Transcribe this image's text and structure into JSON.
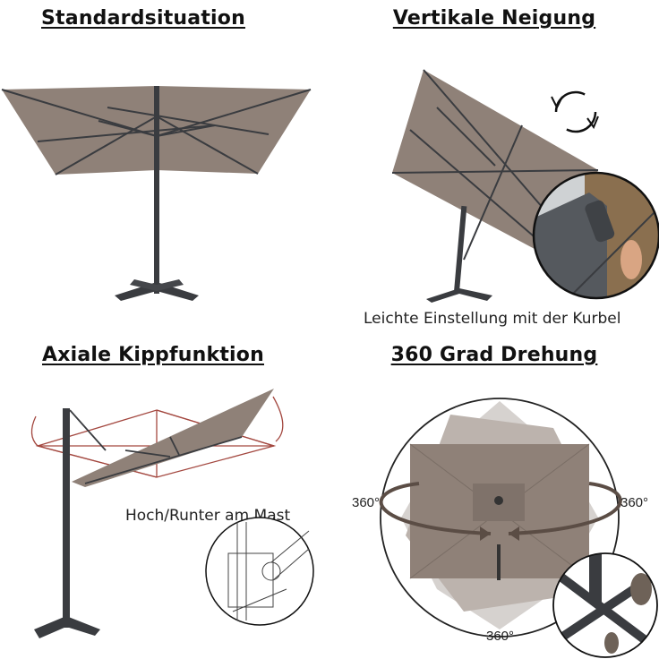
{
  "panels": [
    {
      "id": "standard",
      "title": "Standardsituation"
    },
    {
      "id": "vertical-tilt",
      "title": "Vertikale Neigung",
      "caption": "Leichte Einstellung mit der Kurbel"
    },
    {
      "id": "axial-tilt",
      "title": "Axiale Kippfunktion",
      "caption": "Hoch/Runter am Mast"
    },
    {
      "id": "rotation",
      "title": "360 Grad Drehung",
      "labels": {
        "left": "360°",
        "right": "360°",
        "bottom": "360°"
      }
    }
  ],
  "colors": {
    "canopy": "#8f8178",
    "canopy_dark": "#7a6d65",
    "frame": "#3a3c40",
    "tilt_lines": "#a3473f",
    "text": "#111111"
  }
}
